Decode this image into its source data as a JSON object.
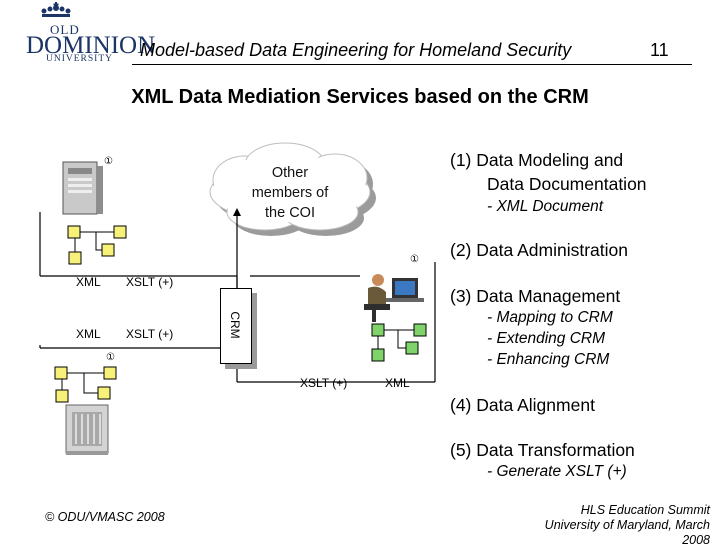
{
  "header": {
    "logo_line1": "OLD",
    "logo_line2": "DOMINION",
    "logo_line3": "UNIVERSITY",
    "title": "Model-based Data Engineering for Homeland Security",
    "page_number": "11"
  },
  "slide_title": "XML Data Mediation Services based on the CRM",
  "diagram": {
    "cloud_text": [
      "Other",
      "members of",
      "the COI"
    ],
    "crm_label": "CRM",
    "marker": "①",
    "labels": {
      "xml_top": "XML",
      "xslt_top": "XSLT (+)",
      "xml_mid": "XML",
      "xslt_mid": "XSLT (+)",
      "xslt_bottom": "XSLT (+)",
      "xml_bottom": "XML"
    }
  },
  "list": {
    "item1_line1": "(1)  Data Modeling and",
    "item1_line2": "Data Documentation",
    "item1_sub": "- XML Document",
    "item2": "(2)  Data Administration",
    "item3": "(3)  Data Management",
    "item3_sub1": "- Mapping to CRM",
    "item3_sub2": "- Extending CRM",
    "item3_sub3": "- Enhancing CRM",
    "item4": "(4)  Data Alignment",
    "item5": "(5)  Data Transformation",
    "item5_sub": "- Generate XSLT (+)"
  },
  "footer": {
    "left": "© ODU/VMASC 2008",
    "right_line1": "HLS Education Summit",
    "right_line2": "University of Maryland, March 2008"
  },
  "colors": {
    "node_yellow": "#f7f17a",
    "node_green": "#7fd36a",
    "logo_blue": "#1c3567",
    "cloud": "#ffffff",
    "cloud_shadow": "#9b9b9b"
  }
}
